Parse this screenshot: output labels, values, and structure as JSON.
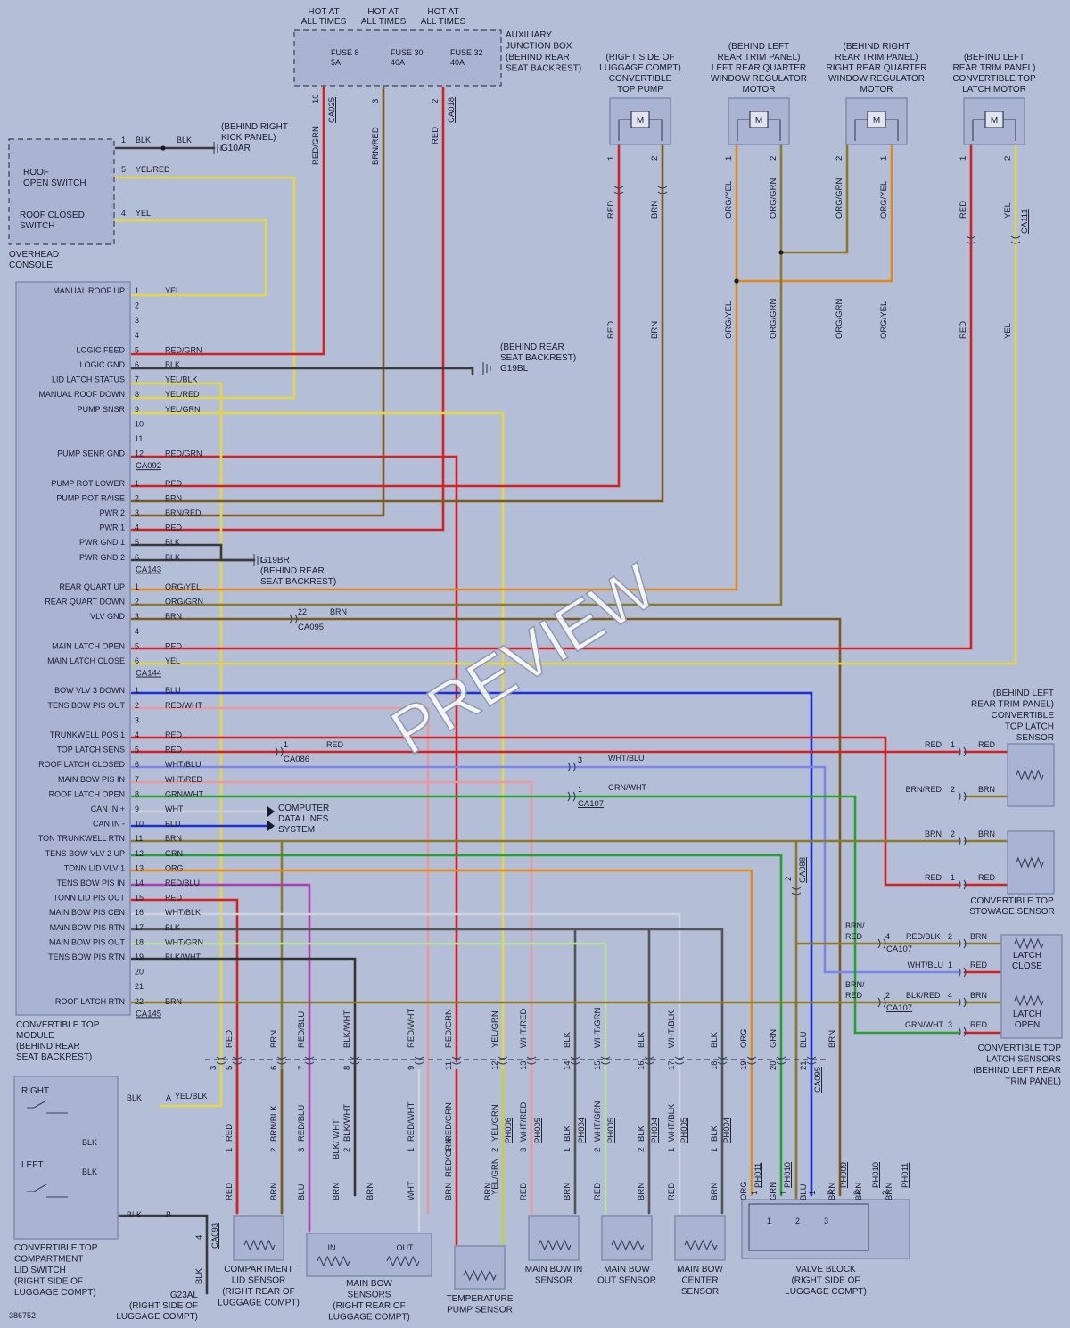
{
  "fuse_box": {
    "hot": [
      "HOT AT",
      "ALL TIMES"
    ],
    "fuses": [
      {
        "name": "FUSE 8",
        "amp": "5A",
        "pin": "10",
        "conn": "CA025",
        "wire": "RED/GRN"
      },
      {
        "name": "FUSE 30",
        "amp": "40A",
        "pin": "3",
        "conn": "",
        "wire": "BRN/RED"
      },
      {
        "name": "FUSE 32",
        "amp": "40A",
        "pin": "2",
        "conn": "CA018",
        "wire": "RED"
      }
    ],
    "label": [
      "AUXILIARY",
      "JUNCTION BOX",
      "(BEHIND REAR",
      "SEAT BACKREST)"
    ]
  },
  "top_labels": {
    "pump": [
      "(RIGHT SIDE OF",
      "LUGGAGE COMPT)",
      "CONVERTIBLE",
      "TOP PUMP"
    ],
    "left_motor": [
      "(BEHIND LEFT",
      "REAR TRIM PANEL)",
      "LEFT REAR QUARTER",
      "WINDOW REGULATOR",
      "MOTOR"
    ],
    "right_motor": [
      "(BEHIND RIGHT",
      "REAR TRIM PANEL)",
      "RIGHT REAR QUARTER",
      "WINDOW REGULATOR",
      "MOTOR"
    ],
    "latch_motor": [
      "(BEHIND LEFT",
      "REAR TRIM PANEL)",
      "CONVERTIBLE TOP",
      "LATCH MOTOR"
    ]
  },
  "motor_symbol": "M",
  "overhead": {
    "ground_label": [
      "(BEHIND RIGHT",
      "KICK PANEL)",
      "G10AR"
    ],
    "open_switch": [
      "ROOF",
      "OPEN SWITCH"
    ],
    "closed_switch": [
      "ROOF CLOSED",
      "SWITCH"
    ],
    "console": [
      "OVERHEAD",
      "CONSOLE"
    ],
    "pins": [
      {
        "pin": "1",
        "wire": "BLK",
        "wire2": "BLK"
      },
      {
        "pin": "5",
        "wire": "YEL/RED"
      },
      {
        "pin": "4",
        "wire": "YEL"
      }
    ]
  },
  "ground_labels": {
    "g19bl": [
      "(BEHIND REAR",
      "SEAT BACKREST)",
      "G19BL"
    ],
    "g19br": [
      "G19BR",
      "(BEHIND REAR",
      "SEAT BACKREST)"
    ],
    "computer": [
      "COMPUTER",
      "DATA LINES",
      "SYSTEM"
    ]
  },
  "module": {
    "title": [
      "CONVERTIBLE TOP",
      "MODULE",
      "(BEHIND REAR",
      "SEAT BACKREST)"
    ],
    "connectors": [
      {
        "code": "CA092",
        "pins": [
          {
            "pin": "1",
            "func": "MANUAL ROOF UP",
            "wire": "YEL"
          },
          {
            "pin": "2",
            "func": "",
            "wire": ""
          },
          {
            "pin": "3",
            "func": "",
            "wire": ""
          },
          {
            "pin": "4",
            "func": "",
            "wire": ""
          },
          {
            "pin": "5",
            "func": "LOGIC FEED",
            "wire": "RED/GRN"
          },
          {
            "pin": "6",
            "func": "LOGIC GND",
            "wire": "BLK"
          },
          {
            "pin": "7",
            "func": "LID LATCH STATUS",
            "wire": "YEL/BLK"
          },
          {
            "pin": "8",
            "func": "MANUAL ROOF DOWN",
            "wire": "YEL/RED"
          },
          {
            "pin": "9",
            "func": "PUMP SNSR",
            "wire": "YEL/GRN"
          },
          {
            "pin": "10",
            "func": "",
            "wire": ""
          },
          {
            "pin": "11",
            "func": "",
            "wire": ""
          },
          {
            "pin": "12",
            "func": "PUMP SENR GND",
            "wire": "RED/GRN"
          }
        ]
      },
      {
        "code": "CA143",
        "pins": [
          {
            "pin": "1",
            "func": "PUMP ROT LOWER",
            "wire": "RED"
          },
          {
            "pin": "2",
            "func": "PUMP ROT RAISE",
            "wire": "BRN"
          },
          {
            "pin": "3",
            "func": "PWR 2",
            "wire": "BRN/RED"
          },
          {
            "pin": "4",
            "func": "PWR 1",
            "wire": "RED"
          },
          {
            "pin": "5",
            "func": "PWR GND 1",
            "wire": "BLK"
          },
          {
            "pin": "6",
            "func": "PWR GND 2",
            "wire": "BLK"
          }
        ]
      },
      {
        "code": "CA144",
        "pins": [
          {
            "pin": "1",
            "func": "REAR QUART UP",
            "wire": "ORG/YEL"
          },
          {
            "pin": "2",
            "func": "REAR QUART DOWN",
            "wire": "ORG/GRN"
          },
          {
            "pin": "3",
            "func": "VLV GND",
            "wire": "BRN"
          },
          {
            "pin": "4",
            "func": "",
            "wire": ""
          },
          {
            "pin": "5",
            "func": "MAIN LATCH OPEN",
            "wire": "RED"
          },
          {
            "pin": "6",
            "func": "MAIN LATCH CLOSE",
            "wire": "YEL"
          }
        ]
      },
      {
        "code": "CA145",
        "pins": [
          {
            "pin": "1",
            "func": "BOW VLV 3 DOWN",
            "wire": "BLU"
          },
          {
            "pin": "2",
            "func": "TENS BOW PIS OUT",
            "wire": "RED/WHT"
          },
          {
            "pin": "3",
            "func": "",
            "wire": ""
          },
          {
            "pin": "4",
            "func": "TRUNKWELL POS 1",
            "wire": "RED"
          },
          {
            "pin": "5",
            "func": "TOP LATCH SENS",
            "wire": "RED"
          },
          {
            "pin": "6",
            "func": "ROOF LATCH CLOSED",
            "wire": "WHT/BLU"
          },
          {
            "pin": "7",
            "func": "MAIN BOW PIS IN",
            "wire": "WHT/RED"
          },
          {
            "pin": "8",
            "func": "ROOF LATCH OPEN",
            "wire": "GRN/WHT"
          },
          {
            "pin": "9",
            "func": "CAN IN +",
            "wire": "WHT"
          },
          {
            "pin": "10",
            "func": "CAN IN -",
            "wire": "BLU"
          },
          {
            "pin": "11",
            "func": "TON TRUNKWELL RTN",
            "wire": "BRN"
          },
          {
            "pin": "12",
            "func": "TENS BOW VLV 2 UP",
            "wire": "GRN"
          },
          {
            "pin": "13",
            "func": "TONN LID VLV 1",
            "wire": "ORG"
          },
          {
            "pin": "14",
            "func": "TENS BOW PIS IN",
            "wire": "RED/BLU"
          },
          {
            "pin": "15",
            "func": "TONN LID PIS OUT",
            "wire": "RED"
          },
          {
            "pin": "16",
            "func": "MAIN BOW PIS CEN",
            "wire": "WHT/BLK"
          },
          {
            "pin": "17",
            "func": "MAIN BOW PIS RTN",
            "wire": "BLK"
          },
          {
            "pin": "18",
            "func": "MAIN BOW PIS OUT",
            "wire": "WHT/GRN"
          },
          {
            "pin": "19",
            "func": "TENS BOW PIS RTN",
            "wire": "BLK/WHT"
          },
          {
            "pin": "20",
            "func": "",
            "wire": ""
          },
          {
            "pin": "21",
            "func": "",
            "wire": ""
          },
          {
            "pin": "22",
            "func": "ROOF LATCH RTN",
            "wire": "BRN"
          }
        ]
      }
    ]
  },
  "inline": {
    "ca095": {
      "pin": "22",
      "wire": "BRN",
      "code": "CA095"
    },
    "ca086": {
      "pin": "1",
      "wire": "RED",
      "code": "CA086"
    },
    "ca107a": {
      "pin": "3",
      "wire": "WHT/BLU"
    },
    "ca107b": {
      "pin": "1",
      "wire": "GRN/WHT",
      "code": "CA107"
    }
  },
  "right_sensors": {
    "latch_label": [
      "(BEHIND LEFT",
      "REAR TRIM PANEL)",
      "CONVERTIBLE",
      "TOP LATCH",
      "SENSOR"
    ],
    "latch_pins": [
      {
        "wire_in": "RED",
        "pin": "1",
        "wire_out": "RED"
      },
      {
        "wire_in": "BRN/RED",
        "pin": "2",
        "wire_out": "BRN"
      }
    ],
    "stowage_pins": [
      {
        "wire_in": "BRN",
        "pin": "2",
        "wire_out": "BRN"
      },
      {
        "wire_in": "RED",
        "pin": "1",
        "wire_out": "RED"
      }
    ],
    "stowage_label": [
      "CONVERTIBLE TOP",
      "STOWAGE SENSOR"
    ],
    "ca088": {
      "pin": "2",
      "code": "CA088"
    },
    "latch_close": [
      "LATCH",
      "CLOSE"
    ],
    "latch_open": [
      "LATCH",
      "OPEN"
    ],
    "lsensor_rows": [
      {
        "wire": "BRN/ RED",
        "pin": "4",
        "wire2": "RED/BLK",
        "pin2": "2",
        "out": "BRN",
        "code": "CA107"
      },
      {
        "wire": "WHT/BLU",
        "pin": "1",
        "out": "RED"
      },
      {
        "wire": "BRN/ RED",
        "pin": "2",
        "wire2": "BLK/RED",
        "pin2": "4",
        "out": "BRN",
        "code": "CA107"
      },
      {
        "wire": "GRN/WHT",
        "pin": "3",
        "out": "RED"
      }
    ],
    "lsensor_label": [
      "CONVERTIBLE TOP",
      "LATCH SENSORS",
      "(BEHIND LEFT REAR",
      "TRIM PANEL)"
    ]
  },
  "motor_wires": {
    "pump": [
      {
        "wire": "RED",
        "pin": "1"
      },
      {
        "wire": "BRN",
        "pin": "2"
      }
    ],
    "left": [
      {
        "wire": "ORG/YEL",
        "pin": "1"
      },
      {
        "wire": "ORG/GRN",
        "pin": "2"
      }
    ],
    "right": [
      {
        "wire": "ORG/GRN",
        "pin": "2"
      },
      {
        "wire": "ORG/YEL",
        "pin": "1"
      }
    ],
    "latch": [
      {
        "wire": "RED",
        "pin": "1"
      },
      {
        "wire": "YEL",
        "pin": "2"
      },
      {
        "code": "CA111"
      }
    ]
  },
  "bottom": {
    "big_conn_pins": [
      "3",
      "5",
      "6",
      "7",
      "8",
      "9",
      "11",
      "12",
      "13",
      "14",
      "15",
      "16",
      "17",
      "18",
      "19",
      "20",
      "21"
    ],
    "wires_top": [
      "RED",
      "BRN",
      "RED/BLU",
      "BLK/WHT",
      "RED/WHT",
      "RED/GRN",
      "YEL/GRN",
      "WHT/RED",
      "BLK",
      "WHT/GRN",
      "BLK",
      "WHT/BLK",
      "BLK",
      "ORG",
      "GRN",
      "BLU",
      "BRN"
    ],
    "ca095": "CA095",
    "lid_switch": {
      "right": "RIGHT",
      "left": "LEFT",
      "wires": [
        "BLK",
        "BLK",
        "BLK",
        "BLK"
      ],
      "pins": [
        "A",
        "B"
      ],
      "a_wire": "YEL/BLK",
      "label": [
        "CONVERTIBLE TOP",
        "COMPARTMENT",
        "LID SWITCH",
        "(RIGHT SIDE OF",
        "LUGGAGE COMPT)"
      ],
      "gnd_wire": "BLK",
      "gnd_pin": "4",
      "gnd_code": "CA093",
      "ground": [
        "G23AL",
        "(RIGHT SIDE OF",
        "LUGGAGE COMPT)"
      ]
    },
    "sensors": [
      {
        "label": [
          "COMPARTMENT",
          "LID SENSOR",
          "(RIGHT REAR OF",
          "LUGGAGE COMPT)"
        ]
      },
      {
        "label": [
          "MAIN BOW",
          "SENSORS",
          "(RIGHT REAR OF",
          "LUGGAGE COMPT)"
        ],
        "in": "IN",
        "out": "OUT"
      },
      {
        "label": [
          "TEMPERATURE",
          "PUMP SENSOR"
        ]
      },
      {
        "label": [
          "MAIN BOW IN",
          "SENSOR"
        ]
      },
      {
        "label": [
          "MAIN BOW",
          "OUT SENSOR"
        ]
      },
      {
        "label": [
          "MAIN BOW",
          "CENTER",
          "SENSOR"
        ]
      },
      {
        "label": [
          "VALVE BLOCK",
          "(RIGHT SIDE OF",
          "LUGGAGE COMPT)"
        ],
        "coils": [
          "1",
          "2",
          "3"
        ]
      }
    ],
    "lower_wires": [
      {
        "pin": "1",
        "wire": "RED"
      },
      {
        "pin": "2",
        "wire": "BRN/BLK"
      },
      {
        "pin": "3",
        "wire": "RED/BLU"
      },
      {
        "pin": "2",
        "wire": "BLK/WHT"
      },
      {
        "pin": "1",
        "wire": "RED/WHT"
      },
      {
        "pin": "1",
        "wire": "RED/GRN"
      },
      {
        "pin": "2",
        "wire": "YEL/GRN"
      },
      {
        "pin": "3",
        "wire": "WHT/RED"
      },
      {
        "pin": "1",
        "wire": "BLK"
      },
      {
        "pin": "2",
        "wire": "WHT/GRN"
      },
      {
        "pin": "2",
        "wire": "BLK"
      },
      {
        "pin": "1",
        "wire": "WHT/BLK"
      },
      {
        "pin": "1",
        "wire": "BLK"
      }
    ],
    "ph_codes": [
      "PH006",
      "PH005",
      "PH004",
      "PH005",
      "PH004",
      "PH005",
      "PH004",
      "PH011",
      "PH010",
      "PH009",
      "PH010",
      "PH011"
    ],
    "sensor_wires": [
      "RED",
      "BRN",
      "BLU",
      "BRN",
      "BRN",
      "WHT",
      "BRN",
      "BRN",
      "RED",
      "BRN",
      "RED",
      "BRN",
      "RED",
      "BRN",
      "ORG",
      "GRN",
      "BLU",
      "BRN",
      "BRN",
      "BRN",
      "BLK/ WHT",
      "RED/GRN",
      "YEL/GRN"
    ],
    "valve_pins": [
      "1",
      "1",
      "1",
      "2",
      "2",
      "2"
    ]
  },
  "figure_id": "386752",
  "watermark": "PREVIEW",
  "colors": {
    "RED": "#d42020",
    "BRN": "#7a5a1e",
    "BLK": "#3a3a3a",
    "YEL": "#e2d64a",
    "BLU": "#1c2fd4",
    "GRN": "#28a030",
    "ORG": "#e08a1e",
    "WHT": "#f0f0f0",
    "PINK": "#e69aa2",
    "LIGHTBLU": "#7a86e8",
    "OLIVE": "#8a7a2e",
    "YELGRN": "#c0d040",
    "LTGRY": "#cfd4e0"
  }
}
